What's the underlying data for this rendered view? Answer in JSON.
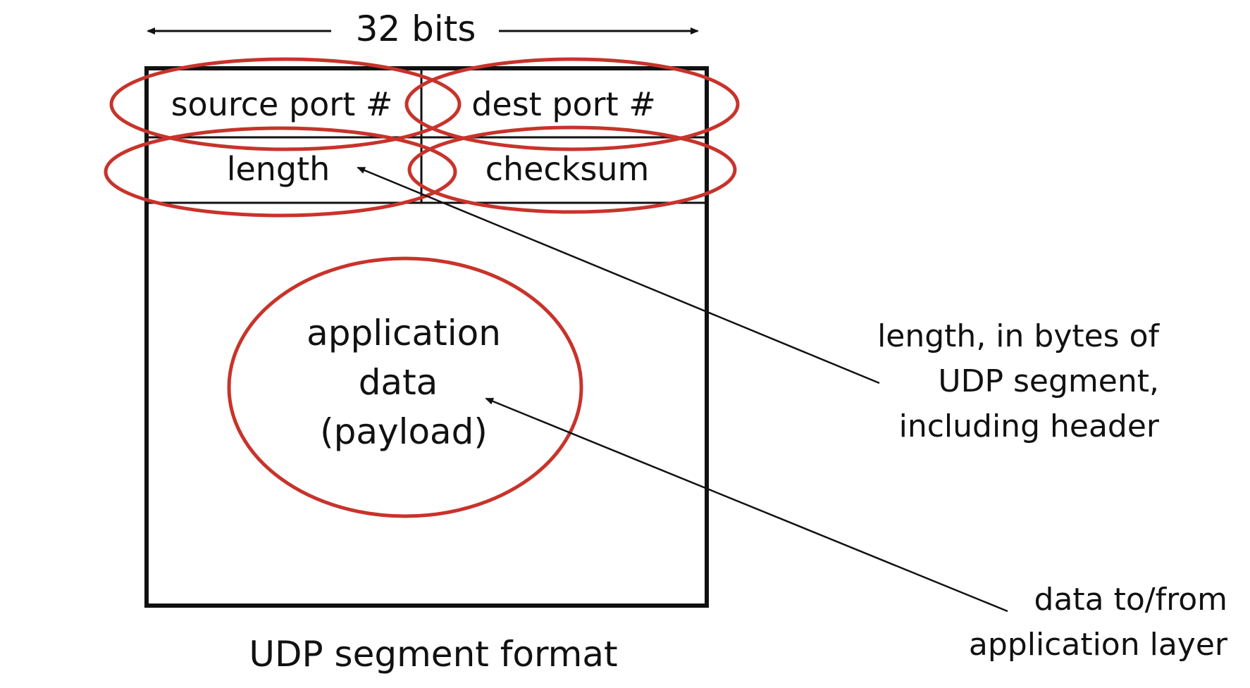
{
  "width_label": "32 bits",
  "fields": {
    "source_port": "source port #",
    "dest_port": "dest port #",
    "length": "length",
    "checksum": "checksum"
  },
  "payload": {
    "line1": "application",
    "line2": "data",
    "line3": "(payload)"
  },
  "annotations": {
    "length_note": {
      "line1": "length, in bytes of",
      "line2": "UDP segment,",
      "line3": "including header"
    },
    "data_note": {
      "line1": "data to/from",
      "line2": "application layer"
    }
  },
  "caption": "UDP segment format",
  "colors": {
    "highlight": "#c8332b",
    "ink": "#111111"
  }
}
